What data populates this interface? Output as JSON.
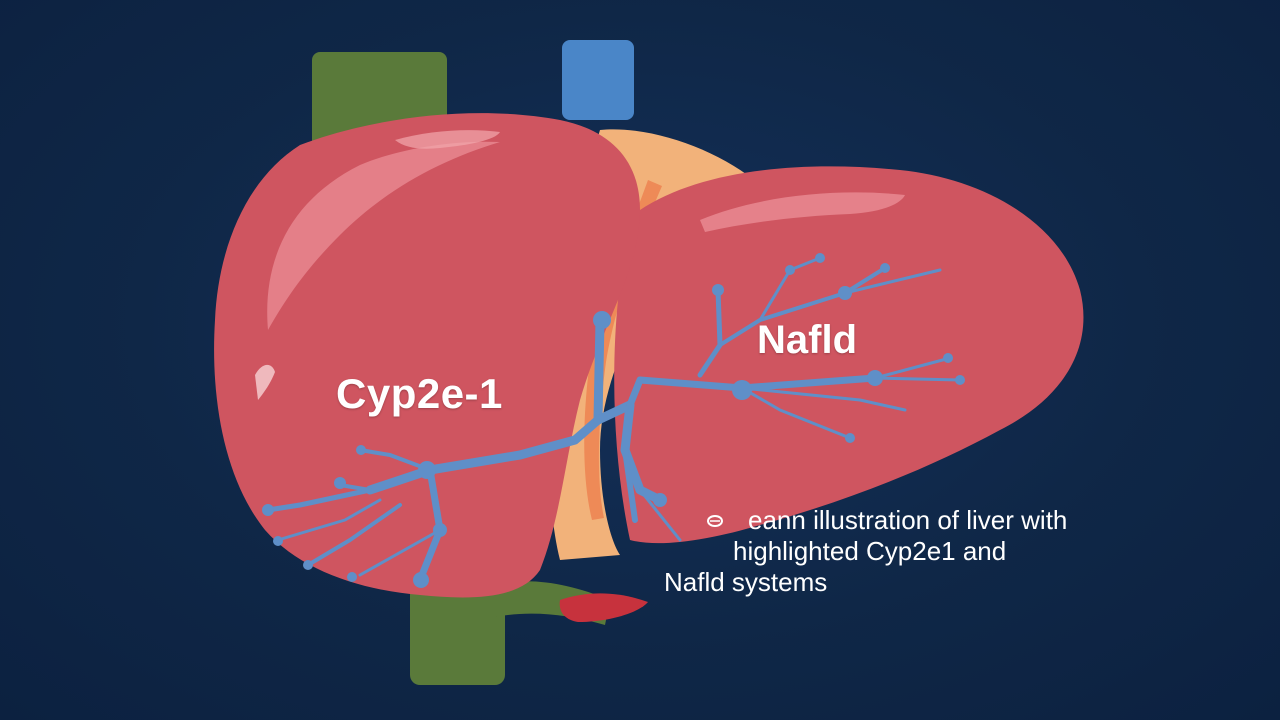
{
  "image": {
    "subject": "liver",
    "colors": {
      "background": "#0f2747",
      "liver": "#cf5560",
      "liver_highlight": "#e98a92",
      "ligament": "#f2b27a",
      "ligament_inner": "#ee8a57",
      "vessels": "#5f8fc8",
      "aorta_green": "#5a7a3a",
      "vena_blue": "#4a86c8",
      "gallbladder_red": "#c7323d"
    }
  },
  "labels": {
    "left": "Cyp2e-1",
    "right": "Nafld"
  },
  "caption": {
    "line1": "eann illustration of liver with",
    "line2": "highlighted Cyp2e1 and",
    "line3": "Nafld systems"
  }
}
